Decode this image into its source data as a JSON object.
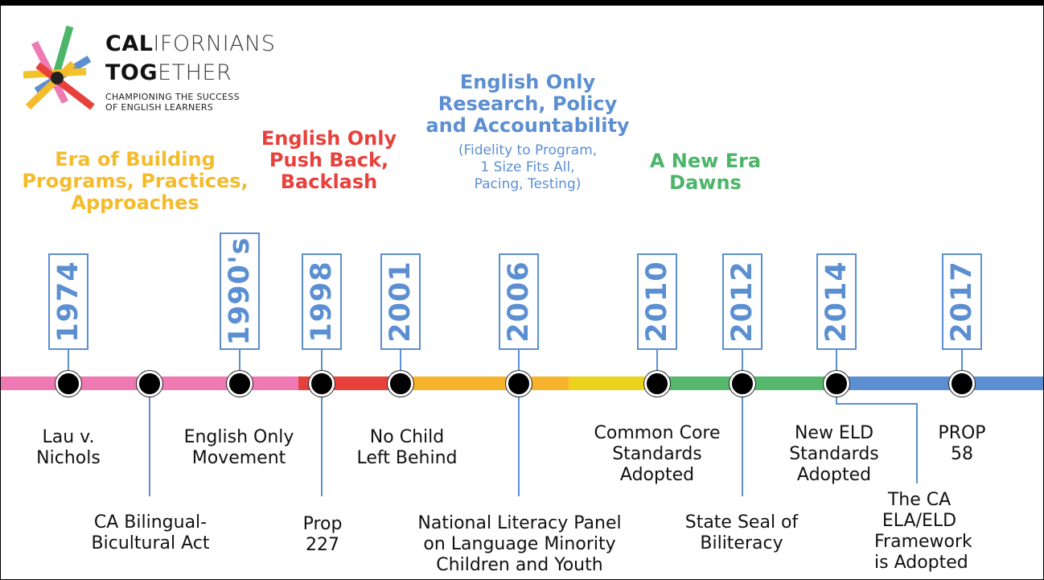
{
  "logo": {
    "line1_bold": "CAL",
    "line1_rest": "IFORNIANS",
    "line2_bold": "TOG",
    "line2_rest": "ETHER",
    "tagline1": "CHAMPIONING THE SUCCESS",
    "tagline2": "OF ENGLISH LEARNERS"
  },
  "eras": {
    "building": {
      "line1": "Era of Building",
      "line2": "Programs, Practices,",
      "line3": "Approaches",
      "color": "#f4bb2b"
    },
    "pushback": {
      "line1": "English Only",
      "line2": "Push Back,",
      "line3": "Backlash",
      "color": "#e8413c"
    },
    "research": {
      "line1": "English Only",
      "line2": "Research, Policy",
      "line3": "and Accountability",
      "sub1": "(Fidelity to Program,",
      "sub2": "1 Size Fits All,",
      "sub3": "Pacing, Testing)",
      "color": "#5b8fd1"
    },
    "newera": {
      "line1": "A New Era",
      "line2": "Dawns",
      "color": "#4cb56a"
    }
  },
  "years": [
    "1974",
    "1990's",
    "1998",
    "2001",
    "2006",
    "2010",
    "2012",
    "2014",
    "2017"
  ],
  "events": {
    "lau": {
      "line1": "Lau v.",
      "line2": "Nichols"
    },
    "bilingual": {
      "line1": "CA Bilingual-",
      "line2": "Bicultural Act"
    },
    "english_only": {
      "line1": "English Only",
      "line2": "Movement"
    },
    "prop227": {
      "line1": "Prop",
      "line2": "227"
    },
    "nclb": {
      "line1": "No Child",
      "line2": "Left Behind"
    },
    "nlp": {
      "line1": "National Literacy Panel",
      "line2": "on Language Minority",
      "line3": "Children and Youth"
    },
    "common_core": {
      "line1": "Common Core",
      "line2": "Standards",
      "line3": "Adopted"
    },
    "seal": {
      "line1": "State Seal of",
      "line2": "Biliteracy"
    },
    "new_eld": {
      "line1": "New ELD",
      "line2": "Standards",
      "line3": "Adopted"
    },
    "framework": {
      "line1": "The CA",
      "line2": "ELA/ELD",
      "line3": "Framework",
      "line4": "is Adopted"
    },
    "prop58": {
      "line1": "PROP",
      "line2": "58"
    }
  },
  "timeline_colors": {
    "pink": "#ef7ab3",
    "red": "#e8413c",
    "orange": "#f6b32b",
    "yellow": "#ecd21c",
    "green": "#55b86d",
    "blue": "#5b8fd1"
  }
}
